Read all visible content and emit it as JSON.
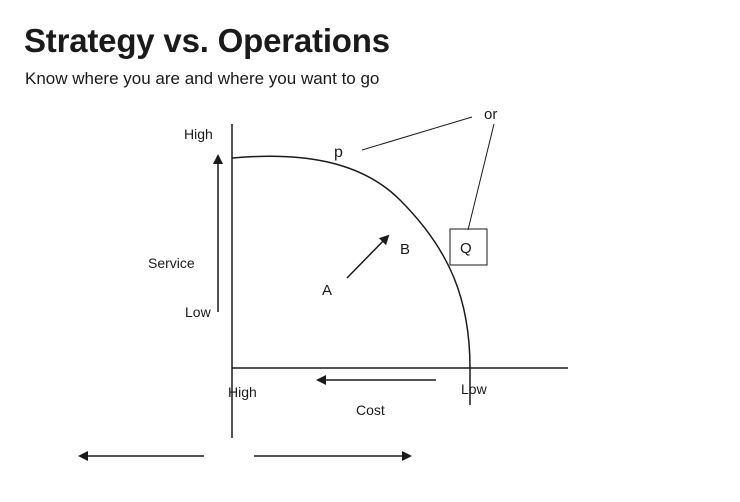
{
  "header": {
    "title": "Strategy vs. Operations",
    "subtitle": "Know where you are and where you want to go"
  },
  "diagram": {
    "y_axis": {
      "label": "Service",
      "top_label": "High",
      "bottom_label": "Low"
    },
    "x_axis": {
      "label": "Cost",
      "left_label": "High",
      "right_label": "Low"
    },
    "points": {
      "a": "A",
      "b": "B",
      "p": "p",
      "q": "Q",
      "or": "or"
    },
    "colors": {
      "ink": "#1a1a1a",
      "background": "#ffffff"
    }
  }
}
